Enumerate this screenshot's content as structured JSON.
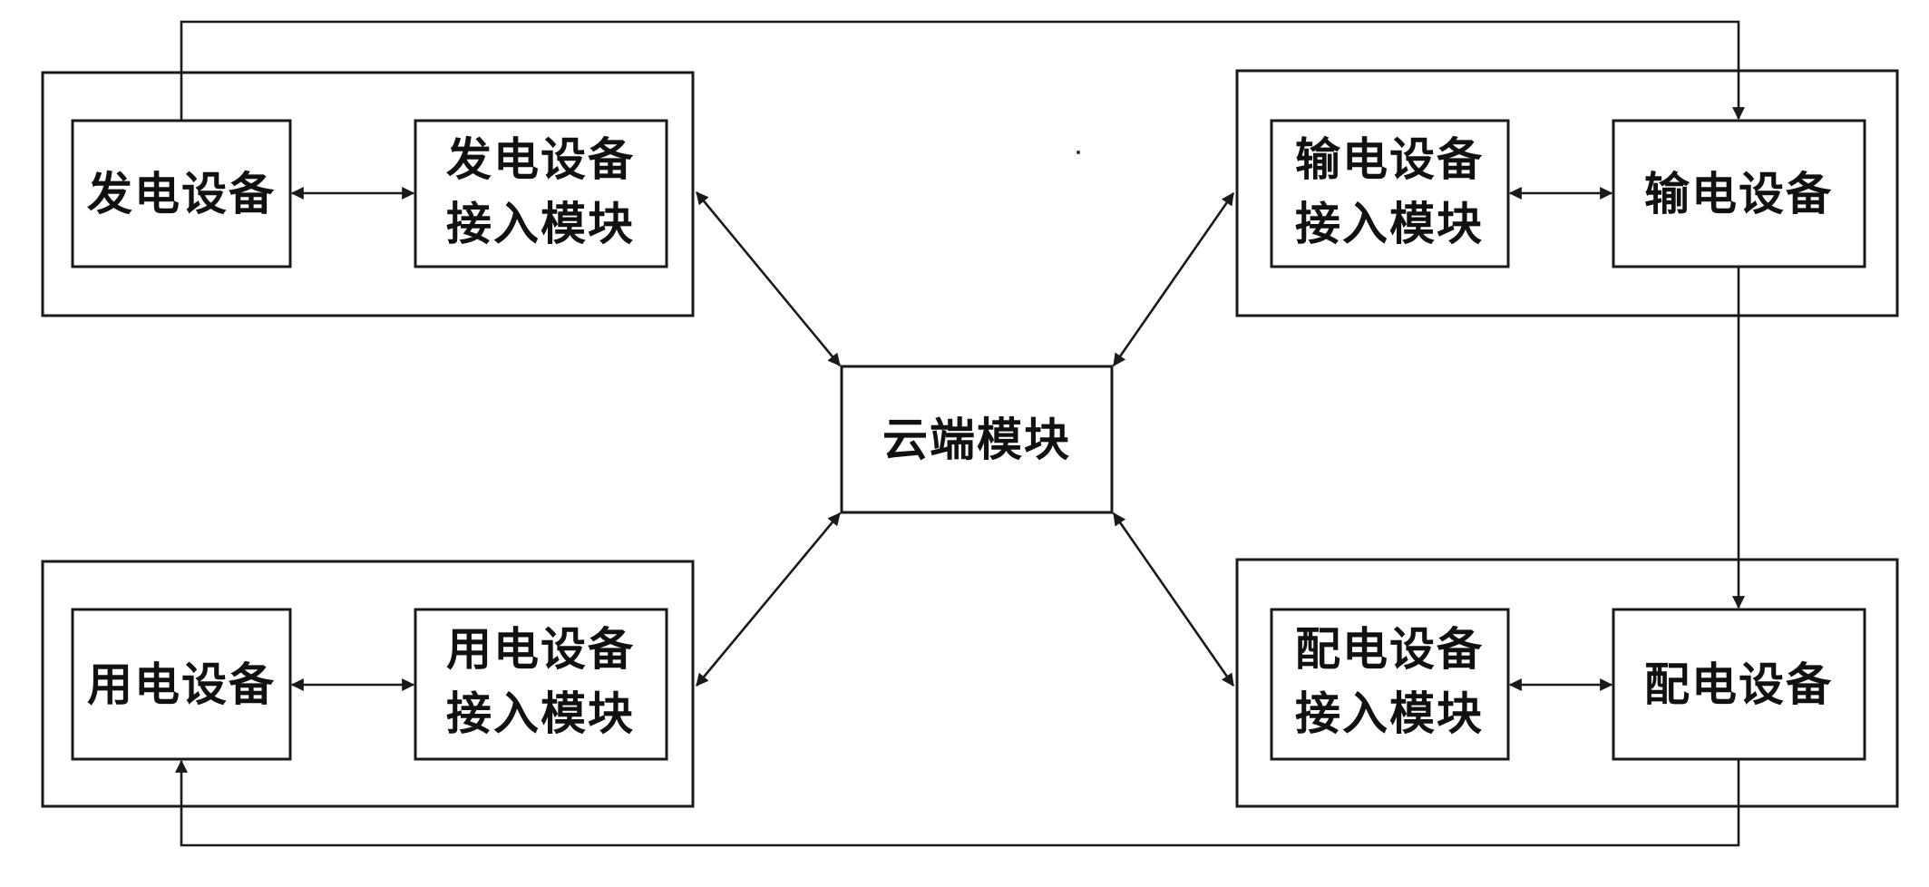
{
  "diagram": {
    "cloud": {
      "label": "云端模块"
    },
    "generation": {
      "device": "发电设备",
      "access_line1": "发电设备",
      "access_line2": "接入模块"
    },
    "transmission": {
      "device": "输电设备",
      "access_line1": "输电设备",
      "access_line2": "接入模块"
    },
    "consumption": {
      "device": "用电设备",
      "access_line1": "用电设备",
      "access_line2": "接入模块"
    },
    "distribution": {
      "device": "配电设备",
      "access_line1": "配电设备",
      "access_line2": "接入模块"
    }
  },
  "colors": {
    "stroke": "#1a1a1a",
    "background": "#ffffff"
  }
}
